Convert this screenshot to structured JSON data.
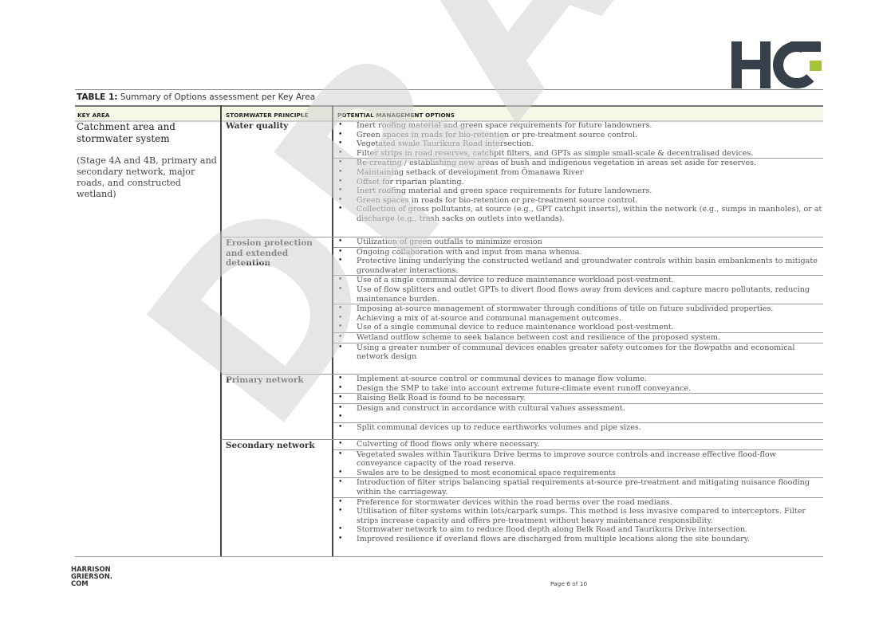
{
  "brand": {
    "logo_text": "HG",
    "accent_color": "#a6c536",
    "dark_color": "#36404a",
    "footer_lines": [
      "HARRISON",
      "GRIERSON.",
      "COM"
    ]
  },
  "watermark": "DRAFT",
  "caption": {
    "label": "TABLE 1:",
    "text": " Summary of Options assessment per Key Area"
  },
  "table": {
    "headers": [
      "KEY AREA",
      "STORMWATER PRINCIPLE",
      "POTENTIAL MANAGEMENT OPTIONS"
    ],
    "header_bg": "#f5f8e6",
    "key_area": {
      "title": "Catchment area and stormwater system",
      "subtitle": "(Stage 4A and 4B, primary and secondary network, major roads, and constructed wetland)"
    },
    "principles": [
      {
        "name": "Water quality",
        "groups": [
          [
            "Inert roofing material and green space requirements for future landowners.",
            "Green spaces in roads for bio-retention or pre-treatment source control.",
            "Vegetated swale Taurikura Road intersection.",
            "Filter strips in road reserves, catchpit filters, and GPTs as simple small-scale & decentralised devices."
          ],
          [
            "Re-creating / establishing new areas of bush and indigenous vegetation in areas set aside for reserves.",
            "Maintaining setback of development from Ōmanawa River",
            "Offset for riparian planting.",
            "Inert roofing material and green space requirements for future landowners.",
            "Green spaces in roads for bio-retention or pre-treatment source control.",
            "Collection of gross pollutants, at source (e.g., GPT catchpit inserts), within the network (e.g., sumps in manholes), or at discharge (e.g., trash sacks on outlets into wetlands)."
          ]
        ]
      },
      {
        "name": "Erosion protection and extended detention",
        "groups": [
          [
            "Utilization of green outfalls to minimize erosion"
          ],
          [
            "Ongoing collaboration with and input from mana whenua.",
            "Protective lining underlying the constructed wetland and groundwater controls within basin embankments to mitigate groundwater interactions."
          ],
          [
            "Use of a single communal device to reduce maintenance workload post-vestment.",
            "Use of flow splitters and outlet GPTs to divert flood flows away from devices and capture macro pollutants, reducing maintenance burden."
          ],
          [
            "Imposing at-source management of stormwater through conditions of title on future subdivided properties.",
            "Achieving a mix of at-source and communal management outcomes.",
            "Use of a single communal device to reduce maintenance workload post-vestment."
          ],
          [
            "Wetland outflow scheme to seek balance between cost and resilience of the proposed system."
          ],
          [
            "Using a greater number of communal devices enables greater safety outcomes for the flowpaths and economical network design"
          ]
        ]
      },
      {
        "name": "Primary network",
        "groups": [
          [
            "Implement at-source control or communal devices to manage flow volume.",
            "Design the SMP to take into account extreme future-climate event runoff conveyance."
          ],
          [
            "Raising Belk Road is found to be necessary."
          ],
          [
            "Design and construct in accordance with cultural values assessment.",
            ""
          ],
          [
            "Split communal devices up to reduce earthworks volumes and pipe sizes."
          ]
        ]
      },
      {
        "name": "Secondary network",
        "groups": [
          [
            "Culverting of flood flows only where necessary."
          ],
          [
            "Vegetated swales within Taurikura Drive berms to improve source controls and increase effective flood-flow conveyance capacity of the road reserve.",
            "Swales are to be designed to most economical space requirements"
          ],
          [
            "Introduction of filter strips balancing spatial requirements at-source pre-treatment and mitigating nuisance flooding within the carriageway."
          ],
          [
            "Preference for stormwater devices within the road berms over the road medians.",
            "Utilisation of filter systems within lots/carpark sumps. This method is less invasive compared to interceptors. Filter strips increase capacity and offers pre-treatment without heavy maintenance responsibility.",
            "Stormwater network to aim to reduce flood depth along Belk Road and Taurikura Drive intersection.",
            "Improved resilience if overland flows are discharged from multiple locations along the site boundary."
          ]
        ]
      }
    ]
  },
  "footer": {
    "page_label": "Page 6 of 10"
  }
}
